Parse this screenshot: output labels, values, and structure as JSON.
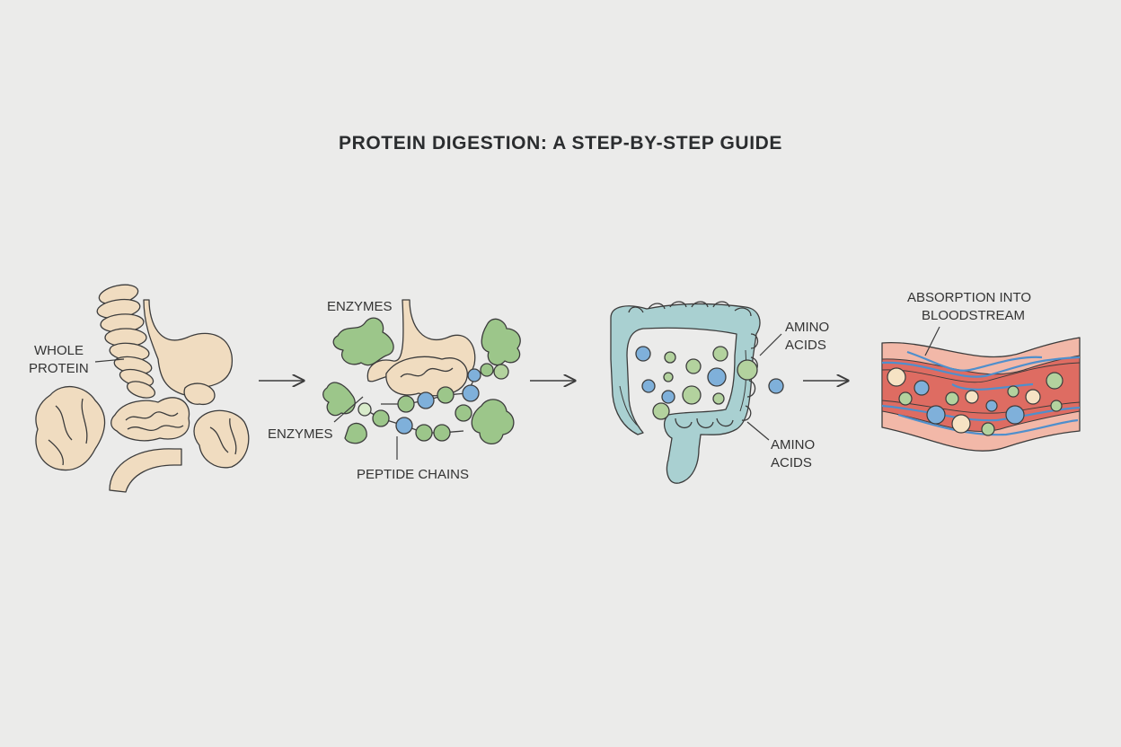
{
  "title": "PROTEIN DIGESTION: A STEP-BY-STEP GUIDE",
  "labels": {
    "whole_protein_1": "WHOLE",
    "whole_protein_2": "PROTEIN",
    "enzymes_top": "ENZYMES",
    "enzymes_bottom": "ENZYMES",
    "peptide_chains": "PEPTIDE CHAINS",
    "amino_acids_top_1": "AMINO",
    "amino_acids_top_2": "ACIDS",
    "amino_acids_bottom_1": "AMINO",
    "amino_acids_bottom_2": "ACIDS",
    "absorption_1": "ABSORPTION INTO",
    "absorption_2": "BLOODSTREAM"
  },
  "colors": {
    "background": "#ebebea",
    "protein_fill": "#f0dcc0",
    "enzyme_fill": "#9cc68a",
    "amino_blue": "#7fb0da",
    "amino_green": "#b3d29e",
    "intestine_fill": "#a9d0d1",
    "vessel_outer": "#f2b8a8",
    "blood_fill": "#de6c62",
    "vessel_vein": "#4f8fcc",
    "outline": "#3c3c3c"
  }
}
